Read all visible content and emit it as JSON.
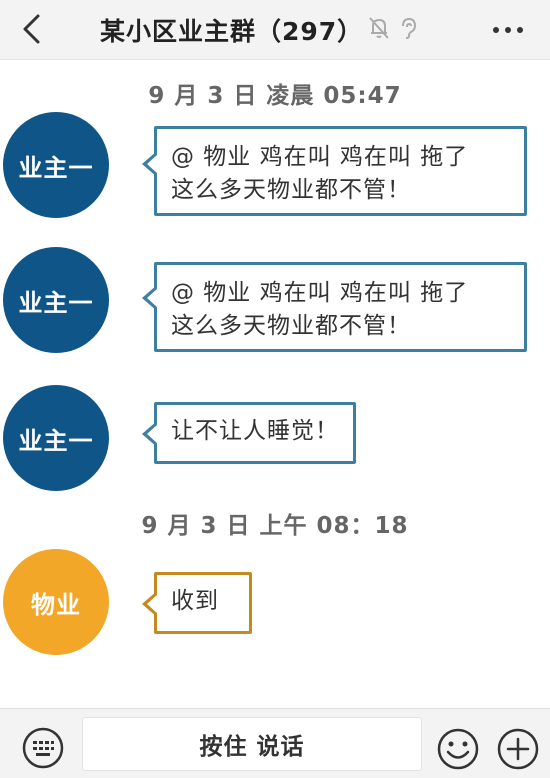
{
  "header": {
    "title": "某小区业主群（297）",
    "icons": [
      "back-icon",
      "mute-bell-icon",
      "ear-icon",
      "more-icon"
    ]
  },
  "messages": [
    {
      "type": "time",
      "text": "9 月 3 日  凌晨 05:47"
    },
    {
      "type": "msg",
      "sender": "业主一",
      "line1": "@ 物业  鸡在叫 鸡在叫 拖了",
      "line2": "这么多天物业都不管！"
    },
    {
      "type": "msg",
      "sender": "业主一",
      "line1": "@ 物业  鸡在叫 鸡在叫 拖了",
      "line2": "这么多天物业都不管！"
    },
    {
      "type": "msg",
      "sender": "业主一",
      "text": "让不让人睡觉！"
    },
    {
      "type": "time",
      "text": "9 月 3 日  上午 08：18"
    },
    {
      "type": "msg",
      "sender": "物业",
      "text": "收到"
    }
  ],
  "footer": {
    "voice_label": "按住 说话",
    "icons": [
      "keyboard-icon",
      "emoji-icon",
      "plus-icon"
    ]
  },
  "colors": {
    "owner_avatar": "#0f5587",
    "owner_bubble_border": "#3d7fa0",
    "property_avatar": "#f2a728",
    "property_bubble_border": "#c48a20"
  }
}
